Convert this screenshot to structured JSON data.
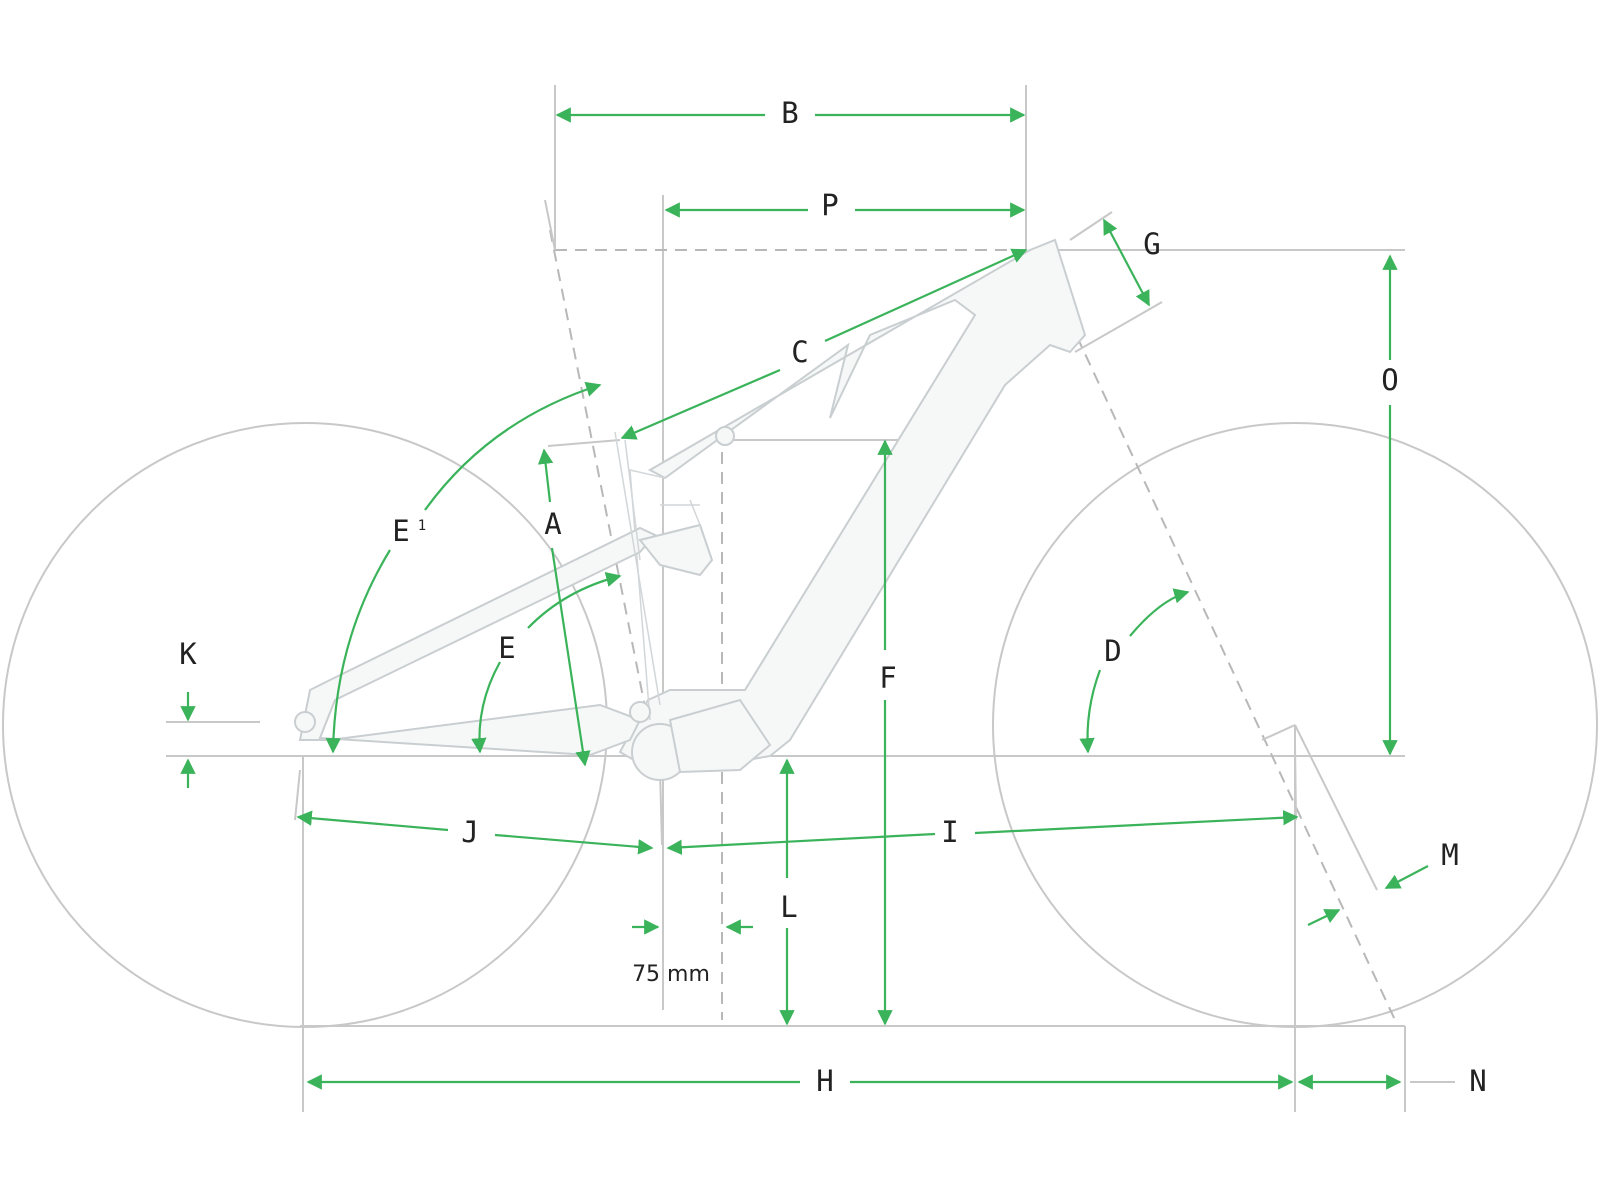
{
  "labels": {
    "A": "A",
    "B": "B",
    "C": "C",
    "D": "D",
    "E": "E",
    "E1": "E",
    "E1_sup": "1",
    "F": "F",
    "G": "G",
    "H": "H",
    "I": "I",
    "J": "J",
    "K": "K",
    "L": "L",
    "M": "M",
    "N": "N",
    "O": "O",
    "P": "P",
    "offset": "75 mm"
  },
  "colors": {
    "dimension": "#3ab35a",
    "outline": "#c8c8c8",
    "text": "#222222"
  }
}
